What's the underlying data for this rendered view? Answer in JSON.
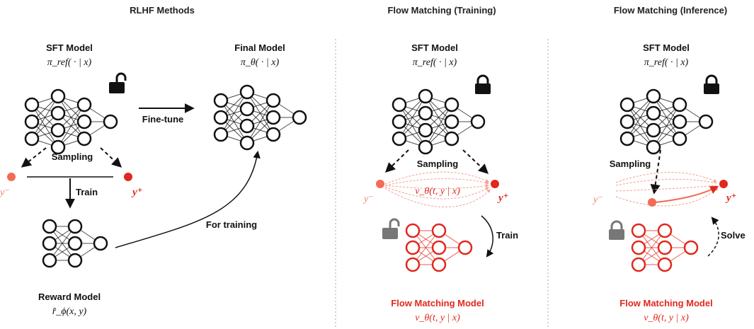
{
  "headers": {
    "rlhf": "RLHF Methods",
    "fm_train": "Flow Matching (Training)",
    "fm_infer": "Flow Matching (Inference)"
  },
  "rlhf": {
    "sft_title": "SFT Model",
    "sft_formula": "π_ref( · | x)",
    "final_title": "Final Model",
    "final_formula": "π_θ( · | x)",
    "finetune_label": "Fine-tune",
    "sampling_label": "Sampling",
    "y_minus": "y⁻",
    "y_plus": "y⁺",
    "train_label": "Train",
    "for_training_label": "For training",
    "reward_title": "Reward Model",
    "reward_formula": "r̂_ϕ(x, y)"
  },
  "fm_train": {
    "sft_title": "SFT Model",
    "sft_formula": "π_ref( · | x)",
    "sampling_label": "Sampling",
    "y_minus": "y⁻",
    "y_plus": "y⁺",
    "velocity_formula": "v_θ(t, y | x)",
    "train_label": "Train",
    "model_title": "Flow Matching Model",
    "model_formula": "v_θ(t, y | x)"
  },
  "fm_infer": {
    "sft_title": "SFT Model",
    "sft_formula": "π_ref( · | x)",
    "sampling_label": "Sampling",
    "y_minus": "y⁻",
    "y_plus": "y⁺",
    "solve_label": "Solve",
    "model_title": "Flow Matching Model",
    "model_formula": "v_θ(t, y | x)"
  },
  "colors": {
    "red": "#e0281e",
    "pink": "#f08070",
    "black": "#111111",
    "gray": "#777777"
  },
  "icons": {
    "rlhf_sft_lock": "unlock-icon",
    "fm_train_sft_lock": "lock-icon",
    "fm_train_model_lock": "unlock-icon",
    "fm_infer_sft_lock": "lock-icon",
    "fm_infer_model_lock": "lock-icon"
  }
}
